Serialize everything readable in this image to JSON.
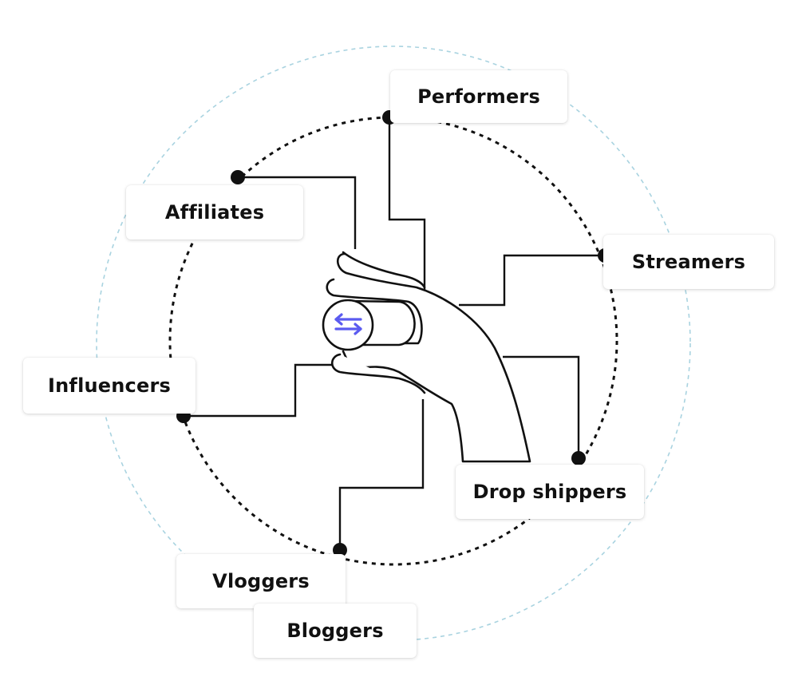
{
  "labels": {
    "performers": "Performers",
    "affiliates": "Affiliates",
    "streamers": "Streamers",
    "influencers": "Influencers",
    "drop_shippers": "Drop shippers",
    "vloggers": "Vloggers",
    "bloggers": "Bloggers"
  },
  "center_icon": "swap-arrows-icon",
  "colors": {
    "outer_ring": "#a9d3e0",
    "inner_ring": "#111111",
    "connector": "#111111",
    "swap_arrows": "#5b5bf0",
    "card_text": "#111111"
  }
}
